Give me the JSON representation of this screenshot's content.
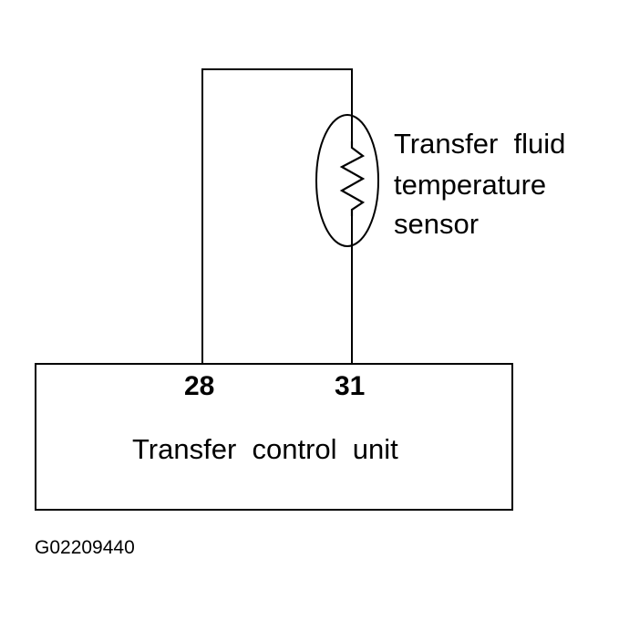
{
  "sensor": {
    "label_lines": [
      "Transfer  fluid",
      "temperature",
      "sensor"
    ]
  },
  "control_unit": {
    "label": "Transfer  control  unit",
    "pins": [
      "28",
      "31"
    ]
  },
  "figure_id": "G02209440"
}
